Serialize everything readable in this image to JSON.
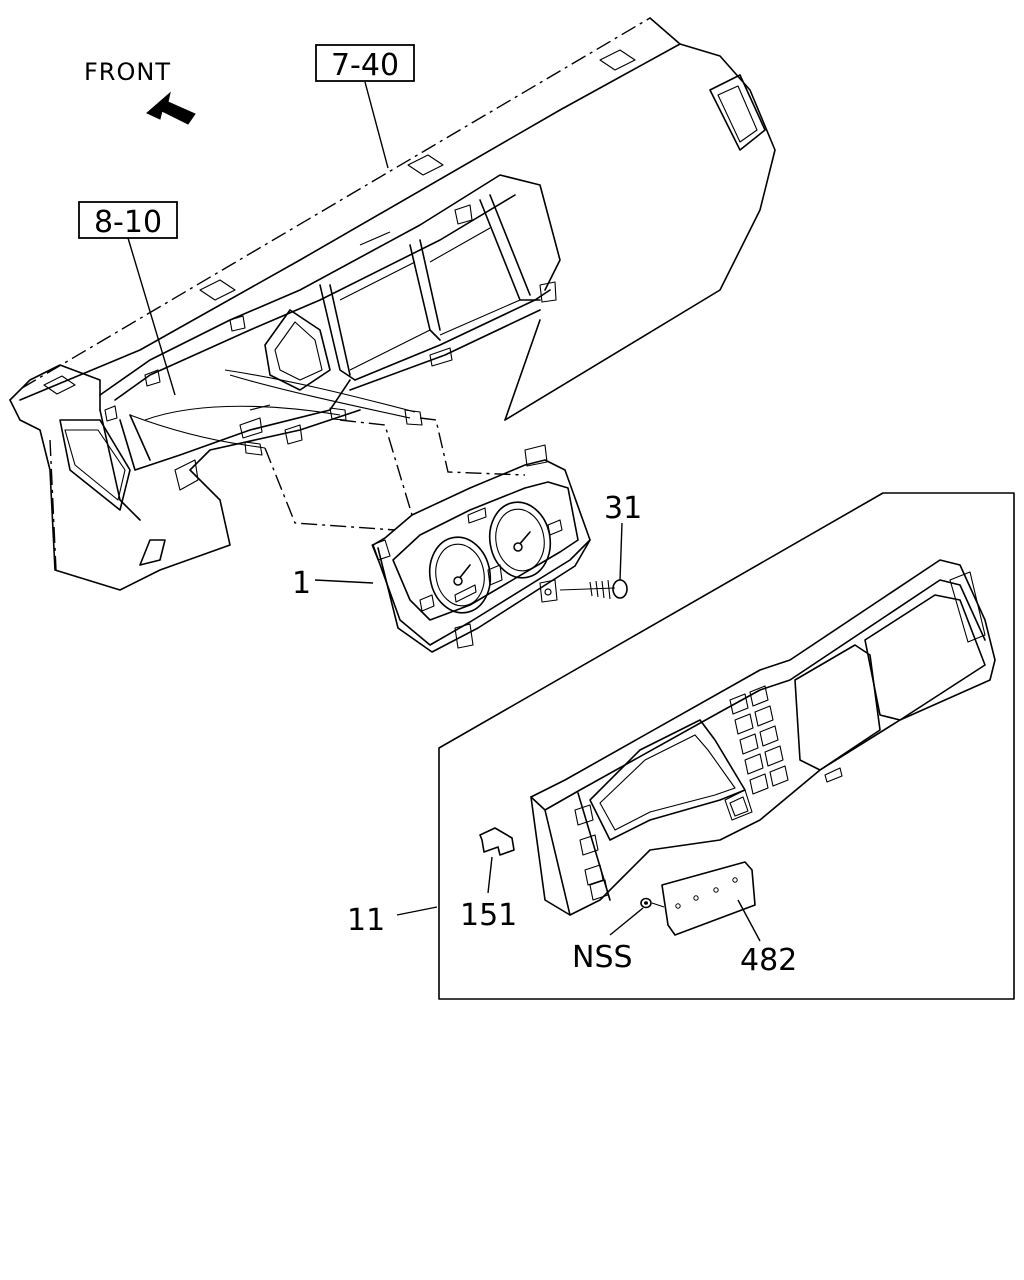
{
  "labels": {
    "front": "FRONT",
    "ref_dashboard": "7-40",
    "ref_harness": "8-10",
    "part_meter": "1",
    "part_screw": "31",
    "part_cluster_assembly": "11",
    "part_clip": "151",
    "part_nut": "NSS",
    "part_plate": "482"
  }
}
